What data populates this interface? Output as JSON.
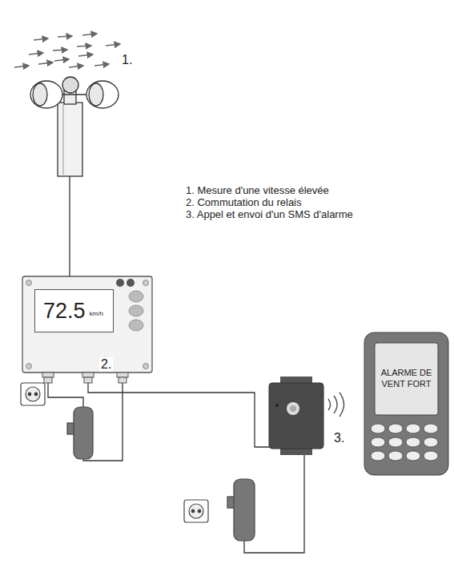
{
  "diagram": {
    "nodes": [
      {
        "text": [
          "72.5",
          "km/h"
        ]
      },
      {
        "text": [
          "ALARME DE VENT FORT"
        ]
      }
    ],
    "labels": [
      "1.",
      "1. Mesure d'une vitesse élevée",
      "2. Commutation du relais",
      "3. Appel et envoi d'un SMS d'alarme",
      "2.",
      "3."
    ]
  }
}
